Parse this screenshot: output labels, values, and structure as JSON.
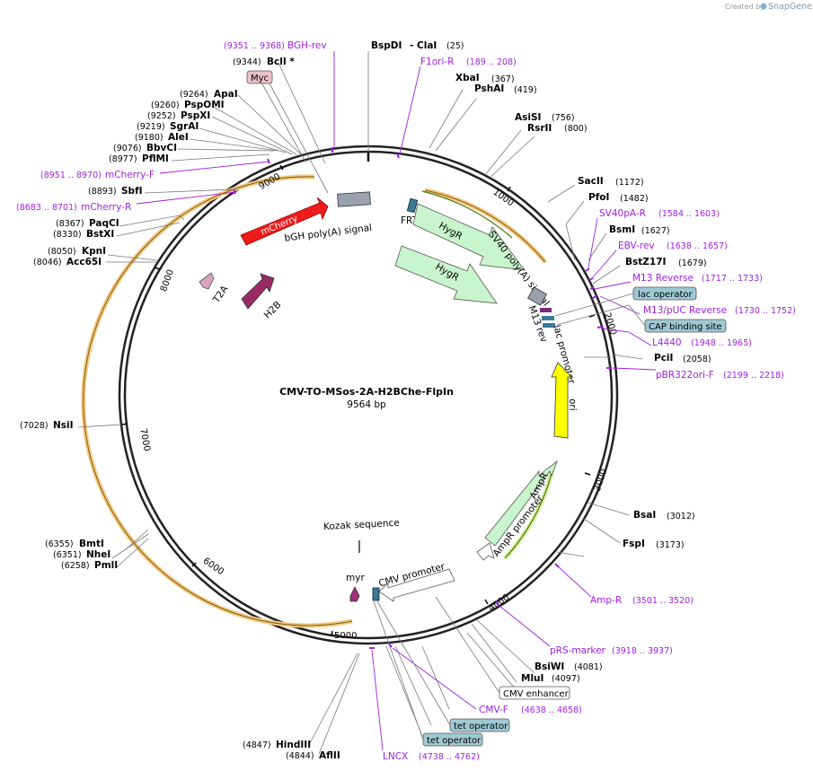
{
  "branding": {
    "created_by": "Created by",
    "app": "SnapGene"
  },
  "plasmid": {
    "name": "CMV-TO-MSos-2A-H2BChe-FlpIn",
    "size": "9564 bp"
  },
  "ticks": [
    "1000",
    "2000",
    "3000",
    "4000",
    "5000",
    "6000",
    "7000",
    "8000",
    "9000"
  ],
  "sites": [
    {
      "name": "BspDI",
      "pos": ""
    },
    {
      "name": "- ClaI",
      "pos": "(25)"
    },
    {
      "name": "XbaI",
      "pos": "(367)"
    },
    {
      "name": "PshAI",
      "pos": "(419)"
    },
    {
      "name": "AsiSI",
      "pos": "(756)"
    },
    {
      "name": "RsrII",
      "pos": "(800)"
    },
    {
      "name": "SacII",
      "pos": "(1172)"
    },
    {
      "name": "PfoI",
      "pos": "(1482)"
    },
    {
      "name": "BsmI",
      "pos": "(1627)"
    },
    {
      "name": "BstZ17I",
      "pos": "(1679)"
    },
    {
      "name": "PciI",
      "pos": "(2058)"
    },
    {
      "name": "BsaI",
      "pos": "(3012)"
    },
    {
      "name": "FspI",
      "pos": "(3173)"
    },
    {
      "name": "BsiWI",
      "pos": "(4081)"
    },
    {
      "name": "MluI",
      "pos": "(4097)"
    },
    {
      "name": "HindIII",
      "pos": "(4847)"
    },
    {
      "name": "AflII",
      "pos": "(4844)"
    },
    {
      "name": "BmtI",
      "pos": "(6355)"
    },
    {
      "name": "NheI",
      "pos": "(6351)"
    },
    {
      "name": "PmlI",
      "pos": "(6258)"
    },
    {
      "name": "NsiI",
      "pos": "(7028)"
    },
    {
      "name": "KpnI",
      "pos": "(8050)"
    },
    {
      "name": "Acc65I",
      "pos": "(8046)"
    },
    {
      "name": "PaqCI",
      "pos": "(8367)"
    },
    {
      "name": "BstXI",
      "pos": "(8330)"
    },
    {
      "name": "SbfI",
      "pos": "(8893)"
    },
    {
      "name": "PflMI",
      "pos": "(8977)"
    },
    {
      "name": "BbvCI",
      "pos": "(9076)"
    },
    {
      "name": "AleI",
      "pos": "(9180)"
    },
    {
      "name": "SgrAI",
      "pos": "(9219)"
    },
    {
      "name": "PspXI",
      "pos": "(9252)"
    },
    {
      "name": "PspOMI",
      "pos": "(9260)"
    },
    {
      "name": "ApaI",
      "pos": "(9264)"
    },
    {
      "name": "BclI *",
      "pos": "(9344)"
    }
  ],
  "primers": [
    {
      "name": "BGH-rev",
      "range": "(9351 .. 9368)"
    },
    {
      "name": "F1ori-R",
      "range": "(189 .. 208)"
    },
    {
      "name": "SV40pA-R",
      "range": "(1584 .. 1603)"
    },
    {
      "name": "EBV-rev",
      "range": "(1638 .. 1657)"
    },
    {
      "name": "M13 Reverse",
      "range": "(1717 .. 1733)"
    },
    {
      "name": "M13/pUC Reverse",
      "range": "(1730 .. 1752)"
    },
    {
      "name": "L4440",
      "range": "(1948 .. 1965)"
    },
    {
      "name": "pBR322ori-F",
      "range": "(2199 .. 2218)"
    },
    {
      "name": "Amp-R",
      "range": "(3501 .. 3520)"
    },
    {
      "name": "pRS-marker",
      "range": "(3918 .. 3937)"
    },
    {
      "name": "CMV-F",
      "range": "(4638 .. 4658)"
    },
    {
      "name": "LNCX",
      "range": "(4738 .. 4762)"
    },
    {
      "name": "mCherry-R",
      "range": "(8683 .. 8701)"
    },
    {
      "name": "mCherry-F",
      "range": "(8951 .. 8970)"
    }
  ],
  "boxed_features": [
    {
      "name": "Myc"
    },
    {
      "name": "lac operator"
    },
    {
      "name": "CAP binding site"
    },
    {
      "name": "CMV enhancer"
    },
    {
      "name": "tet operator"
    },
    {
      "name": "tet operator"
    }
  ],
  "features": [
    {
      "name": "mCherry"
    },
    {
      "name": "bGH poly(A) signal"
    },
    {
      "name": "FRT"
    },
    {
      "name": "HygR"
    },
    {
      "name": "HygR"
    },
    {
      "name": "SV40 poly(A) signal"
    },
    {
      "name": "M13 rev"
    },
    {
      "name": "lac promoter"
    },
    {
      "name": "ori"
    },
    {
      "name": "AmpR"
    },
    {
      "name": "AmpR promoter"
    },
    {
      "name": "CMV promoter"
    },
    {
      "name": "myr"
    },
    {
      "name": "Kozak sequence"
    },
    {
      "name": "T2A"
    },
    {
      "name": "H2B"
    }
  ]
}
